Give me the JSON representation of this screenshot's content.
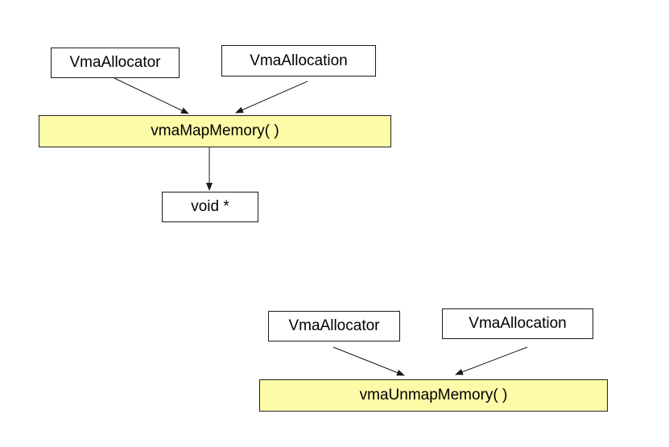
{
  "diagram1": {
    "inputs": [
      "VmaAllocator",
      "VmaAllocation"
    ],
    "function": "vmaMapMemory( )",
    "output": "void *"
  },
  "diagram2": {
    "inputs": [
      "VmaAllocator",
      "VmaAllocation"
    ],
    "function": "vmaUnmapMemory( )"
  },
  "colors": {
    "function_fill": "#fdfaa8",
    "border": "#1a1a1a",
    "arrow": "#1a1a1a"
  }
}
